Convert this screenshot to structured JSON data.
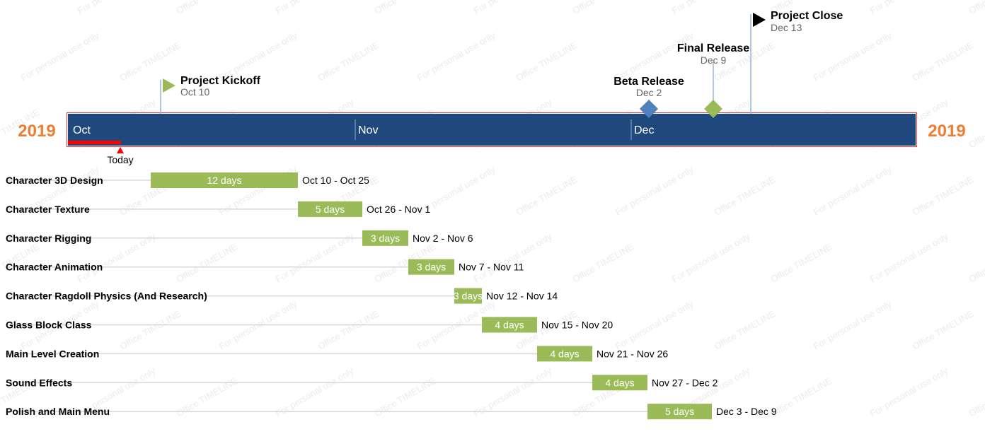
{
  "watermark": {
    "texts": [
      "Office TIMELINE",
      "For personal use only"
    ]
  },
  "chart_data": {
    "type": "gantt",
    "year_left": "2019",
    "year_right": "2019",
    "months": [
      "Oct",
      "Nov",
      "Dec"
    ],
    "today": {
      "label": "Today",
      "date": "2019-10-04"
    },
    "milestones": [
      {
        "title": "Project Kickoff",
        "date_label": "Oct 10",
        "date": "2019-10-10",
        "shape": "flag",
        "color": "#9bbb59"
      },
      {
        "title": "Beta Release",
        "date_label": "Dec 2",
        "date": "2019-12-02",
        "shape": "diamond",
        "color": "#4f81bd"
      },
      {
        "title": "Final Release",
        "date_label": "Dec 9",
        "date": "2019-12-09",
        "shape": "diamond",
        "color": "#9bbb59"
      },
      {
        "title": "Project Close",
        "date_label": "Dec 13",
        "date": "2019-12-13",
        "shape": "flag",
        "color": "#000000"
      }
    ],
    "tasks": [
      {
        "name": "Character 3D Design",
        "duration": "12 days",
        "dates": "Oct 10 - Oct 25",
        "start": "2019-10-10",
        "end": "2019-10-25"
      },
      {
        "name": "Character Texture",
        "duration": "5 days",
        "dates": "Oct 26 - Nov 1",
        "start": "2019-10-26",
        "end": "2019-11-01"
      },
      {
        "name": "Character Rigging",
        "duration": "3 days",
        "dates": "Nov 2 - Nov 6",
        "start": "2019-11-02",
        "end": "2019-11-06"
      },
      {
        "name": "Character Animation",
        "duration": "3 days",
        "dates": "Nov 7 - Nov 11",
        "start": "2019-11-07",
        "end": "2019-11-11"
      },
      {
        "name": "Character Ragdoll Physics (And Research)",
        "duration": "3 days",
        "dates": "Nov 12 - Nov 14",
        "start": "2019-11-12",
        "end": "2019-11-14"
      },
      {
        "name": "Glass Block Class",
        "duration": "4 days",
        "dates": "Nov 15 - Nov 20",
        "start": "2019-11-15",
        "end": "2019-11-20"
      },
      {
        "name": "Main Level Creation",
        "duration": "4 days",
        "dates": "Nov 21 - Nov 26",
        "start": "2019-11-21",
        "end": "2019-11-26"
      },
      {
        "name": "Sound Effects",
        "duration": "4 days",
        "dates": "Nov 27 - Dec 2",
        "start": "2019-11-27",
        "end": "2019-12-02"
      },
      {
        "name": "Polish and Main Menu",
        "duration": "5 days",
        "dates": "Dec 3 - Dec 9",
        "start": "2019-12-03",
        "end": "2019-12-09"
      }
    ],
    "colors": {
      "band": "#1f497d",
      "band_border": "#c0504d",
      "year": "#ed7d31",
      "task_bar": "#9bbb59",
      "today": "#ff0000",
      "guide_line": "#d9d9d9",
      "milestone_line": "#95b3d7"
    }
  }
}
